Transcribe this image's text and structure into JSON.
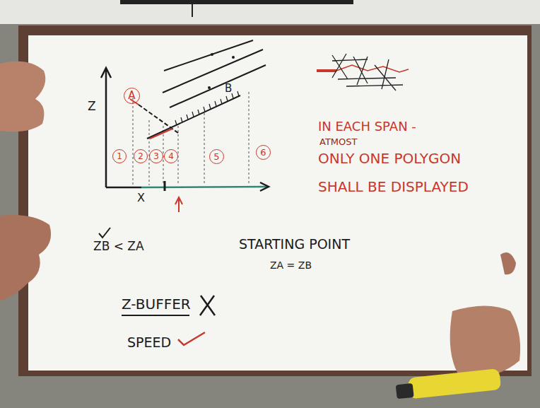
{
  "diagram": {
    "nodes": [
      {
        "text": [
          "A"
        ]
      },
      {
        "text": [
          "1"
        ]
      },
      {
        "text": [
          "2"
        ]
      },
      {
        "text": [
          "3"
        ]
      },
      {
        "text": [
          "4"
        ]
      },
      {
        "text": [
          "5"
        ]
      },
      {
        "text": [
          "6"
        ]
      }
    ],
    "labels": [
      "Z",
      "X",
      "B",
      "IN EACH SPAN -",
      "ATMOST",
      "ONLY ONE POLYGON",
      "SHALL BE DISPLAYED",
      "ZB < ZA",
      "STARTING POINT",
      "ZA = ZB",
      "Z-BUFFER",
      "SPEED"
    ]
  }
}
